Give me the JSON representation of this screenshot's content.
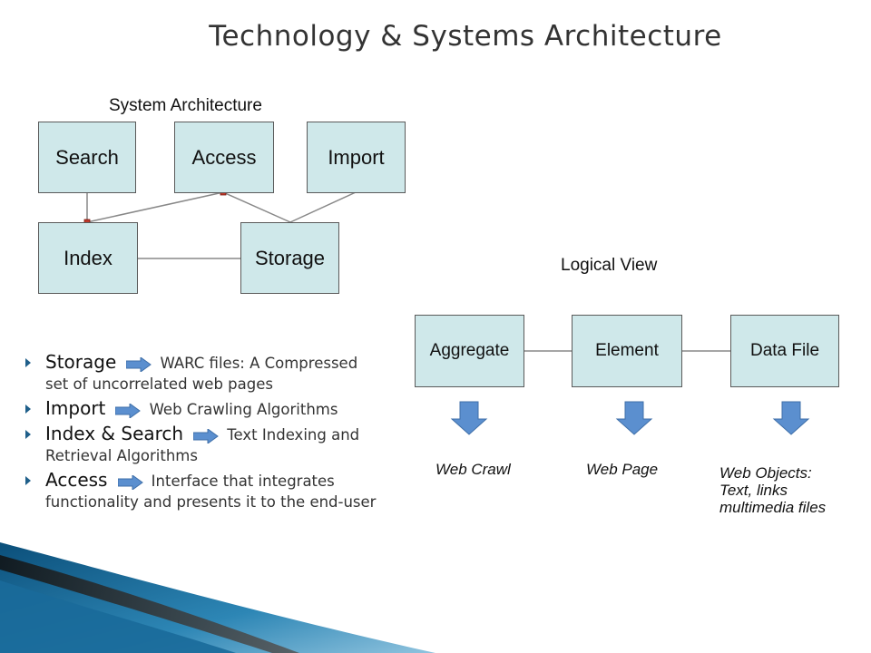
{
  "title": "Technology & Systems Architecture",
  "system_architecture": {
    "label": "System Architecture",
    "boxes": {
      "search": "Search",
      "access": "Access",
      "import": "Import",
      "index": "Index",
      "storage": "Storage"
    }
  },
  "logical_view": {
    "label": "Logical View",
    "boxes": {
      "aggregate": "Aggregate",
      "element": "Element",
      "data_file": "Data File"
    },
    "captions": {
      "web_crawl": "Web Crawl",
      "web_page": "Web Page",
      "web_objects_line1": "Web Objects:",
      "web_objects_line2": "Text, links",
      "web_objects_line3": "multimedia files"
    }
  },
  "bullets": [
    {
      "term": "Storage",
      "desc": "WARC files: A Compressed set of uncorrelated web pages"
    },
    {
      "term": "Import",
      "desc": "Web Crawling Algorithms"
    },
    {
      "term": "Index & Search",
      "desc": "Text Indexing and Retrieval Algorithms"
    },
    {
      "term": "Access",
      "desc": "Interface that integrates functionality and presents it to the end-user"
    }
  ],
  "colors": {
    "box_fill": "#cfe8ea",
    "arrow_blue": "#5b8fcf",
    "connector_red": "#c0392b",
    "bullet_triangle": "#1f5f8a"
  }
}
